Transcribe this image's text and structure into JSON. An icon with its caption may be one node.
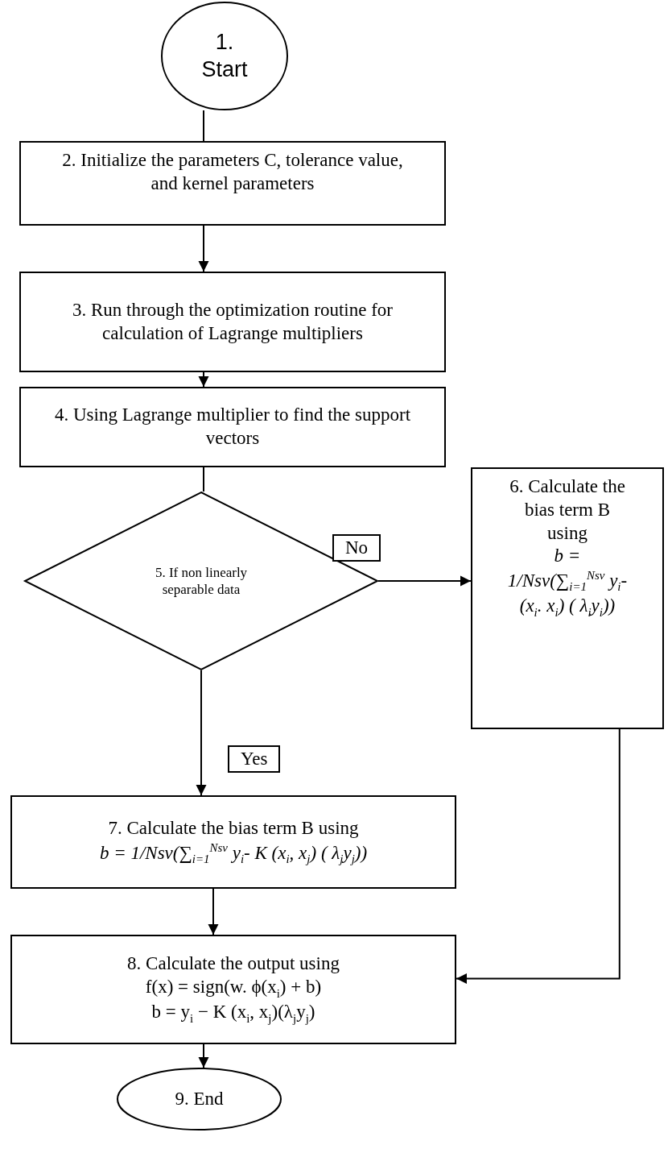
{
  "diagram": {
    "nodes": [
      {
        "text": [
          "1. Start"
        ]
      },
      {
        "text": [
          "2. Initialize the parameters C, tolerance value, and kernel parameters"
        ]
      },
      {
        "text": [
          "3. Run through the optimization routine for calculation of Lagrange multipliers"
        ]
      },
      {
        "text": [
          "4. Using Lagrange multiplier to find the support vectors"
        ]
      },
      {
        "text": [
          "5. If non linearly separable data"
        ]
      },
      {
        "text": [
          "6. Calculate the bias term B using",
          "b = 1/Nsv(∑$_{i=1}$$^{Nsv}$ y$_{i}$- (x$_{i}$. x$_{i}$) ( λ$_{i}$y$_{i}$))"
        ]
      },
      {
        "text": [
          "7. Calculate the bias term B using",
          "b = 1/Nsv(∑$_{i=1}$$^{Nsv}$ y$_{i}$- K (x$_{i}$, x$_{j}$) ( λ$_{j}$y$_{j}$))"
        ]
      },
      {
        "text": [
          "8. Calculate the output using",
          "f(x) = sign(w. ϕ(x$_{i}$) + b)",
          "b = y$_{i}$ − K (x$_{i}$, x$_{j}$)(λ$_{j}$y$_{j}$)"
        ]
      },
      {
        "text": [
          "9. End"
        ]
      }
    ],
    "edges": [
      {
        "from": 0,
        "to": 1,
        "arrow": "none"
      },
      {
        "from": 1,
        "to": 2,
        "arrow": "to"
      },
      {
        "from": 2,
        "to": 3,
        "arrow": "to"
      },
      {
        "from": 3,
        "to": 4,
        "arrow": "none"
      },
      {
        "from": 4,
        "to": 5,
        "arrow": "to",
        "label": "No"
      },
      {
        "from": 4,
        "to": 6,
        "arrow": "to",
        "label": "Yes"
      },
      {
        "from": 5,
        "to": 7,
        "arrow": "to"
      },
      {
        "from": 6,
        "to": 7,
        "arrow": "to"
      },
      {
        "from": 7,
        "to": 8,
        "arrow": "to"
      }
    ]
  }
}
